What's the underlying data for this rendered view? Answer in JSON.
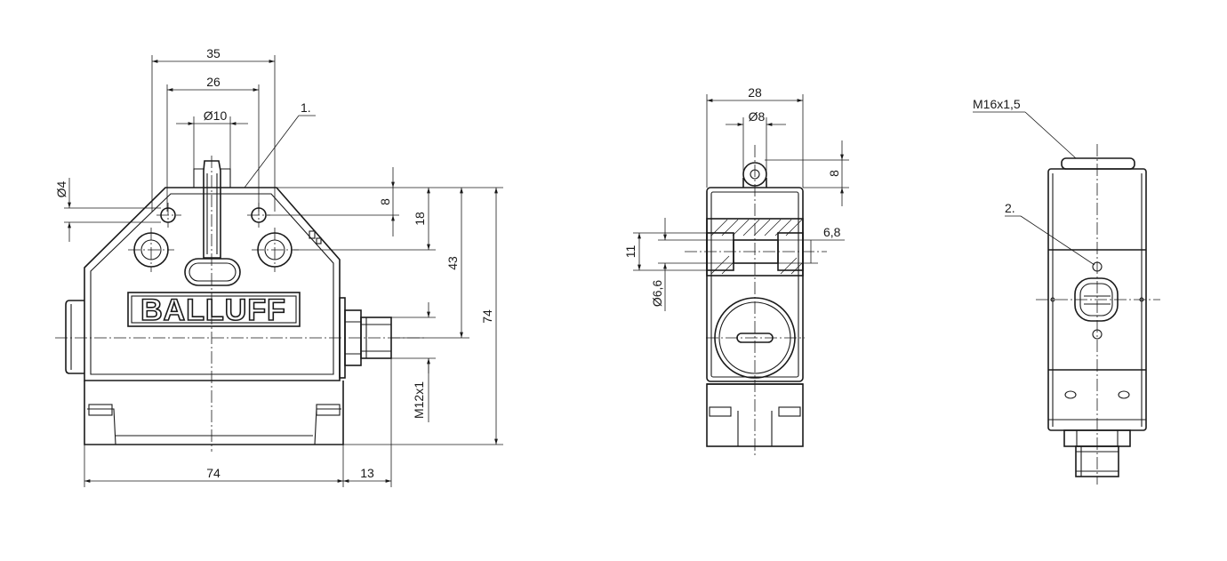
{
  "brand": {
    "logo_text": "BALLUFF"
  },
  "callouts": {
    "item_1": "1.",
    "item_2": "2."
  },
  "front_view": {
    "dim_width_top": "35",
    "dim_rail_width": "26",
    "dim_roller_dia": "Ø10",
    "dim_hole_dia": "Ø4",
    "dim_vertical_8": "8",
    "dim_vertical_18": "18",
    "dim_vertical_43": "43",
    "dim_total_height": "74",
    "dim_base_width": "74",
    "dim_connector_len": "13",
    "dim_thread": "M12x1"
  },
  "side_view": {
    "dim_width": "28",
    "dim_roller_dia": "Ø8",
    "dim_vertical_8": "8",
    "dim_bore_11": "11",
    "dim_bore_dia": "Ø6,6",
    "dim_bore_68": "6,8"
  },
  "end_view": {
    "dim_thread": "M16x1,5"
  }
}
